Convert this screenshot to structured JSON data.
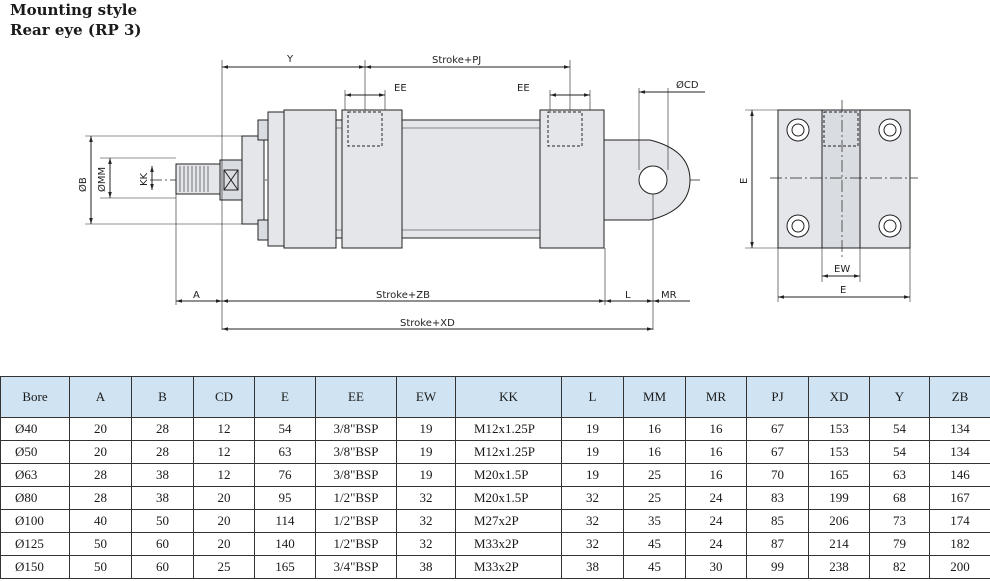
{
  "heading": {
    "line1": "Mounting style",
    "line2": "Rear eye (RP 3)"
  },
  "dimensions": {
    "y": "Y",
    "stroke_pj": "Stroke+PJ",
    "ee_left": "EE",
    "ee_right": "EE",
    "cd": "ØCD",
    "b": "ØB",
    "mm": "ØMM",
    "kk": "KK",
    "a": "A",
    "stroke_zb": "Stroke+ZB",
    "l": "L",
    "mr": "MR",
    "stroke_xd": "Stroke+XD",
    "e_vertical": "E",
    "ew": "EW",
    "e_horizontal": "E"
  },
  "table": {
    "headers": [
      "Bore",
      "A",
      "B",
      "CD",
      "E",
      "EE",
      "EW",
      "KK",
      "L",
      "MM",
      "MR",
      "PJ",
      "XD",
      "Y",
      "ZB"
    ],
    "rows": [
      [
        "Ø40",
        "20",
        "28",
        "12",
        "54",
        "3/8\"BSP",
        "19",
        "M12x1.25P",
        "19",
        "16",
        "16",
        "67",
        "153",
        "54",
        "134"
      ],
      [
        "Ø50",
        "20",
        "28",
        "12",
        "63",
        "3/8\"BSP",
        "19",
        "M12x1.25P",
        "19",
        "16",
        "16",
        "67",
        "153",
        "54",
        "134"
      ],
      [
        "Ø63",
        "28",
        "38",
        "12",
        "76",
        "3/8\"BSP",
        "19",
        "M20x1.5P",
        "19",
        "25",
        "16",
        "70",
        "165",
        "63",
        "146"
      ],
      [
        "Ø80",
        "28",
        "38",
        "20",
        "95",
        "1/2\"BSP",
        "32",
        "M20x1.5P",
        "32",
        "25",
        "24",
        "83",
        "199",
        "68",
        "167"
      ],
      [
        "Ø100",
        "40",
        "50",
        "20",
        "114",
        "1/2\"BSP",
        "32",
        "M27x2P",
        "32",
        "35",
        "24",
        "85",
        "206",
        "73",
        "174"
      ],
      [
        "Ø125",
        "50",
        "60",
        "20",
        "140",
        "1/2\"BSP",
        "32",
        "M33x2P",
        "32",
        "45",
        "24",
        "87",
        "214",
        "79",
        "182"
      ],
      [
        "Ø150",
        "50",
        "60",
        "25",
        "165",
        "3/4\"BSP",
        "38",
        "M33x2P",
        "38",
        "45",
        "30",
        "99",
        "238",
        "82",
        "200"
      ]
    ]
  }
}
